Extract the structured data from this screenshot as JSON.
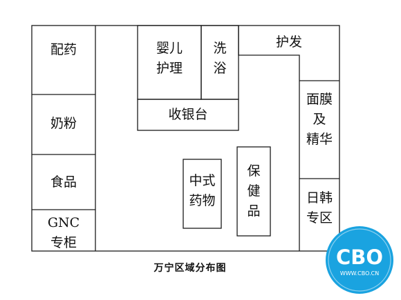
{
  "floor_plan": {
    "zones": [
      {
        "key": "peiyao",
        "text": "配药"
      },
      {
        "key": "naifen",
        "text": "奶粉"
      },
      {
        "key": "shipin",
        "text": "食品"
      },
      {
        "key": "gnc",
        "text": "GNC\n专柜"
      },
      {
        "key": "yinger",
        "text": "婴儿\n护理"
      },
      {
        "key": "xiyu",
        "text": "洗\n浴"
      },
      {
        "key": "shouyintai",
        "text": "收银台"
      },
      {
        "key": "hufa",
        "text": "护发"
      },
      {
        "key": "mianmo",
        "text": "面膜\n及\n精华"
      },
      {
        "key": "rihan",
        "text": "日韩\n专区"
      },
      {
        "key": "zhongshi",
        "text": "中式\n药物"
      },
      {
        "key": "baojian",
        "text": "保\n健\n品"
      }
    ],
    "caption": "万宁区域分布图"
  },
  "watermark": {
    "brand": "CBO",
    "url": "WWW.CBO.CN",
    "color": "#1aa3e0"
  }
}
